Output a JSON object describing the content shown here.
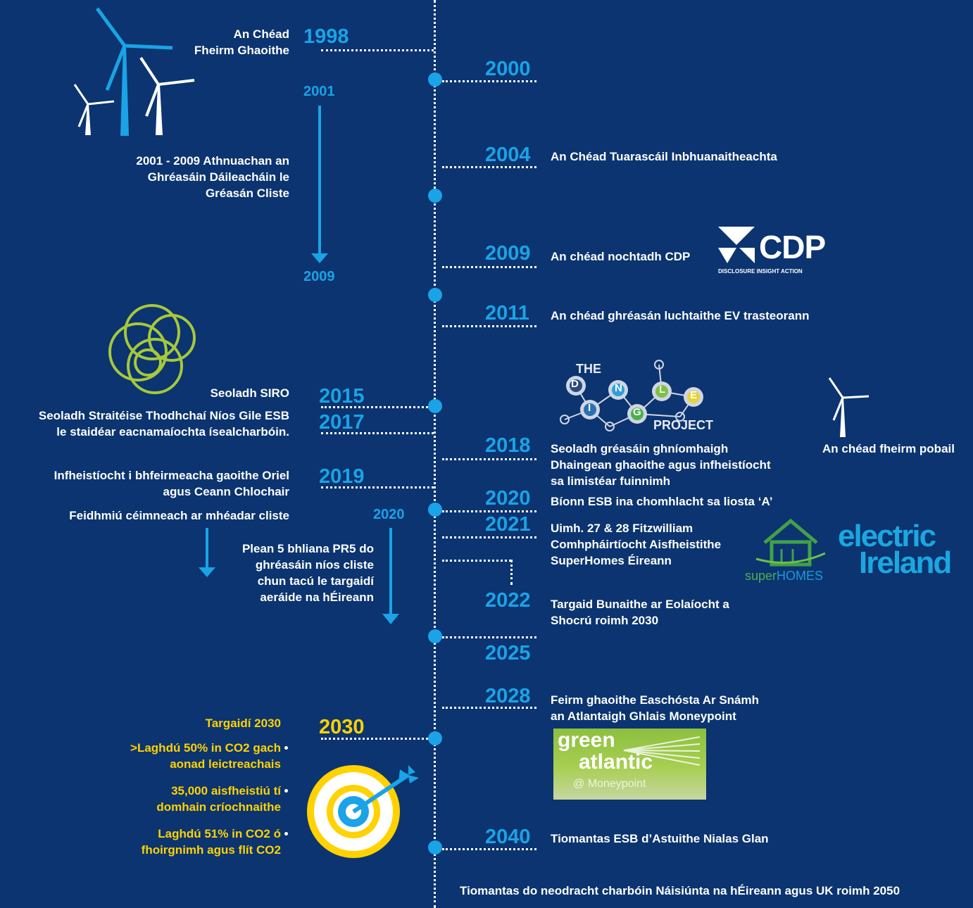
{
  "left_events": [
    {
      "id": "1998",
      "text": "An Chéad\nFheirm Ghaoithe"
    },
    {
      "id": "2001-2009",
      "text": "2001 - 2009 Athnuachan an\nGhréasáin Dáileacháin le\nGréasán Cliste"
    },
    {
      "id": "2015",
      "text": "Seoladh SIRO"
    },
    {
      "id": "2017",
      "text": "Seoladh Straitéise Thodhchaí Níos Gile ESB\nle staidéar eacnamaíochta ísealcharbóin."
    },
    {
      "id": "2019",
      "text": "Infheistíocht i bhfeirmeacha gaoithe Oriel\nagus Ceann Chlochair"
    },
    {
      "id": "smart-meter",
      "text": "Feidhmiú céimneach ar mhéadar cliste"
    },
    {
      "id": "pr5",
      "text": "Plean 5 bhliana PR5 do\nghréasáin níos cliste\nchun tacú le targaidí\naeráide na hÉireann"
    }
  ],
  "left_years": {
    "y1998": "1998",
    "y2001": "2001",
    "y2009": "2009",
    "y2015": "2015",
    "y2017": "2017",
    "y2019": "2019",
    "y2020": "2020",
    "y2030": "2030"
  },
  "right_events": [
    {
      "year": "2000",
      "text": ""
    },
    {
      "year": "2004",
      "text": "An Chéad Tuarascáil Inbhuanaitheachta"
    },
    {
      "year": "2009",
      "text": "An chéad nochtadh CDP"
    },
    {
      "year": "2011",
      "text": "An chéad ghréasán luchtaithe EV trasteorann"
    },
    {
      "year": "2018",
      "text": "Seoladh gréasáin ghníomhaigh\nDhaingean ghaoithe agus infheistíocht\nsa limistéar fuinnimh"
    },
    {
      "year": "2020",
      "text": "Bíonn ESB ina chomhlacht sa liosta ‘A’"
    },
    {
      "year": "2021",
      "text": "Uimh. 27 & 28 Fitzwilliam\nComhpháirtíocht Aisfheistithe\nSuperHomes Éireann"
    },
    {
      "year": "2022",
      "text": "Targaid Bunaithe ar Eolaíocht a\nShocrú roimh 2030"
    },
    {
      "year": "2025",
      "text": ""
    },
    {
      "year": "2028",
      "text": "Feirm ghaoithe Easchósta Ar Snámh\nan Atlantaigh Ghlais Moneypoint"
    },
    {
      "year": "2040",
      "text": "Tiomantas ESB d’Astuithe Nialas Glan"
    }
  ],
  "community_wind": "An chéad fheirm pobail",
  "targets": {
    "title": "Targaidí 2030",
    "items": [
      ">Laghdú 50% in CO2 gach\naonad leictreachais",
      "35,000 aisfheistiú tí\ndomhain críochnaithe",
      "Laghdú 51% in CO2 ó\nfhoirgnimh agus flít CO2"
    ]
  },
  "footer": "Tiomantas do neodracht charbóin Náisiúnta na hÉireann agus UK roimh 2050",
  "logos": {
    "cdp_name": "CDP",
    "cdp_tag": "DISCLOSURE INSIGHT ACTION",
    "dingle_the": "THE",
    "dingle_letters": [
      "D",
      "I",
      "N",
      "G",
      "L",
      "E"
    ],
    "dingle_project": "PROJECT",
    "superhomes_a": "super",
    "superhomes_b": "HOMES",
    "electric_a": "electric",
    "electric_b": "Ireland",
    "green_a": "green",
    "green_b": "atlantic",
    "green_c": "@ Moneypoint"
  },
  "colors": {
    "background": "#0b3470",
    "accent_blue": "#1aa3e6",
    "yellow": "#ffd200",
    "lime": "#a6c83a"
  }
}
